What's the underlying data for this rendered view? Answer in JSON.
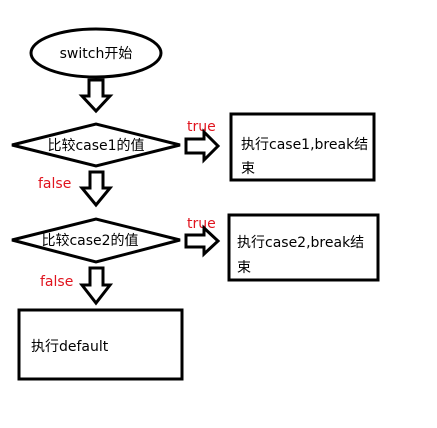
{
  "flowchart": {
    "start": "switch开始",
    "cond1": "比较case1的值",
    "cond2": "比较case2的值",
    "branch_true": "true",
    "branch_false": "false",
    "action1_line1": "执行case1,break结",
    "action1_line2": "束",
    "action2_line1": "执行case2,break结",
    "action2_line2": "束",
    "default_action": "执行default"
  },
  "colors": {
    "stroke": "#000000",
    "fill": "#ffffff",
    "branch_label": "#e0141e"
  }
}
